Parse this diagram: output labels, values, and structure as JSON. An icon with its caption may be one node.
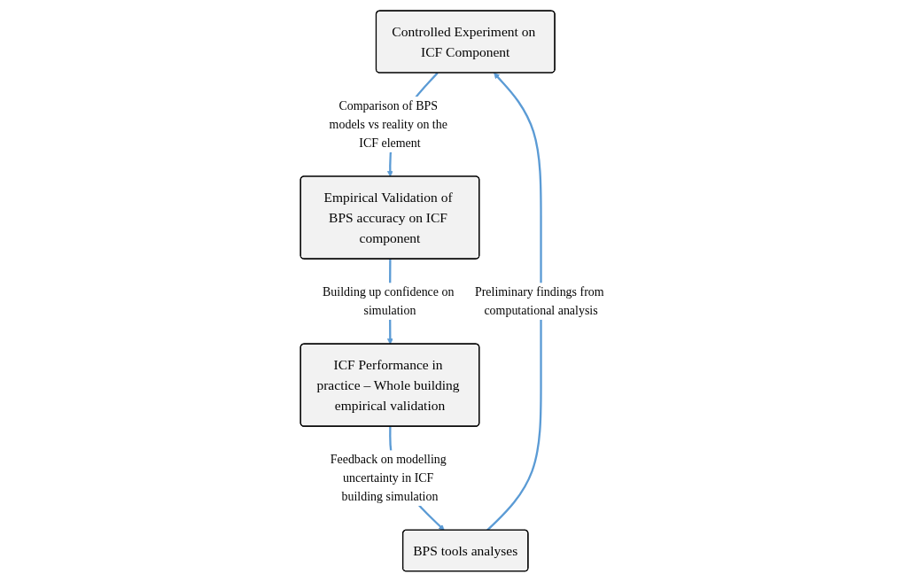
{
  "diagram": {
    "nodes": [
      {
        "text": [
          "Controlled Experiment on ICF Component"
        ]
      },
      {
        "text": [
          "BPS tools analyses"
        ]
      },
      {
        "text": [
          "Empirical Validation of BPS accuracy on ICF component"
        ]
      },
      {
        "text": [
          "ICF Performance in practice – Whole building empirical validation"
        ]
      }
    ],
    "edges": [
      {
        "from": 1,
        "to": 0,
        "arrow": "to",
        "label": "Preliminary findings from computational analysis"
      },
      {
        "from": 0,
        "to": 2,
        "arrow": "to",
        "label": "Comparison of BPS models vs reality on the ICF element"
      },
      {
        "from": 2,
        "to": 3,
        "arrow": "to",
        "label": "Building up confidence on simulation"
      },
      {
        "from": 3,
        "to": 1,
        "arrow": "to",
        "label": "Feedback on modelling uncertainty in ICF building simulation"
      }
    ]
  }
}
